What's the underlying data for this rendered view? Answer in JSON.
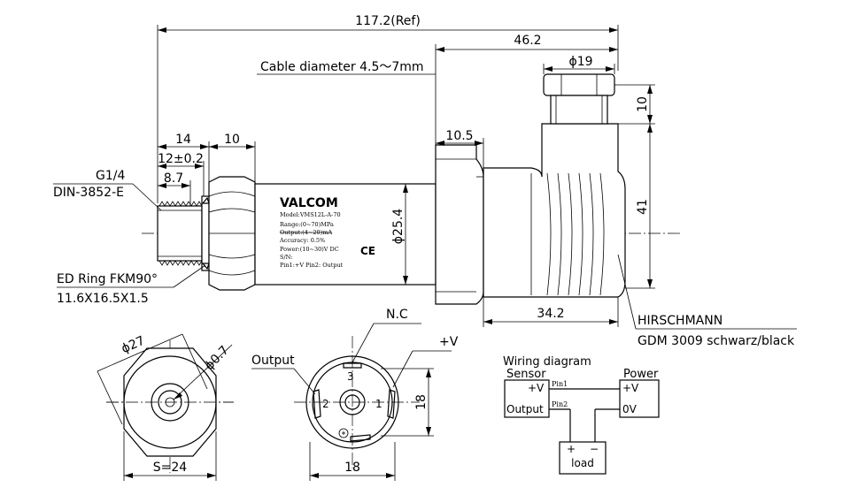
{
  "dimensions": {
    "overall": "117.2(Ref)",
    "connector_length": "46.2",
    "cable_diameter": "Cable diameter 4.5～7mm",
    "phi19": "ϕ19",
    "d10_right": "10",
    "d14": "14",
    "d10_top": "10",
    "d12": "12±0.2",
    "d8_7": "8.7",
    "d10_5": "10.5",
    "phi25_4": "ϕ25.4",
    "d41": "41",
    "d34_2": "34.2",
    "phi27": "ϕ27",
    "phi0_7": "ϕ0.7",
    "s24": "S=24",
    "d18_width": "18",
    "d18_height": "18"
  },
  "labels": {
    "thread": "G1/4",
    "standard": "DIN-3852-E",
    "seal": "ED Ring FKM90°",
    "seal_size": "11.6X16.5X1.5",
    "connector_brand": "HIRSCHMANN",
    "connector_model": "GDM 3009 schwarz/black"
  },
  "nameplate": {
    "brand": "VALCOM",
    "model": "Model:VMS12L-A-70",
    "range": "Range:(0~70)MPa",
    "output": "Output:(4~20)mA",
    "accuracy": "Accuracy: 0.5%",
    "power": "Power:(10~30)V DC",
    "serial": "S/N:",
    "pins": "Pin1:+V    Pin2: Output",
    "mark": "CE"
  },
  "connector_face": {
    "nc": "N.C",
    "plus_v": "+V",
    "output": "Output",
    "pin1": "1",
    "pin2": "2",
    "pin3": "3"
  },
  "wiring": {
    "title": "Wiring diagram",
    "sensor": "Sensor",
    "power": "Power",
    "sensor_plus": "+V",
    "sensor_output": "Output",
    "pin1": "Pin1",
    "pin2": "Pin2",
    "power_plus": "+V",
    "power_zero": "0V",
    "load_plus": "+",
    "load_minus": "−",
    "load": "load"
  }
}
